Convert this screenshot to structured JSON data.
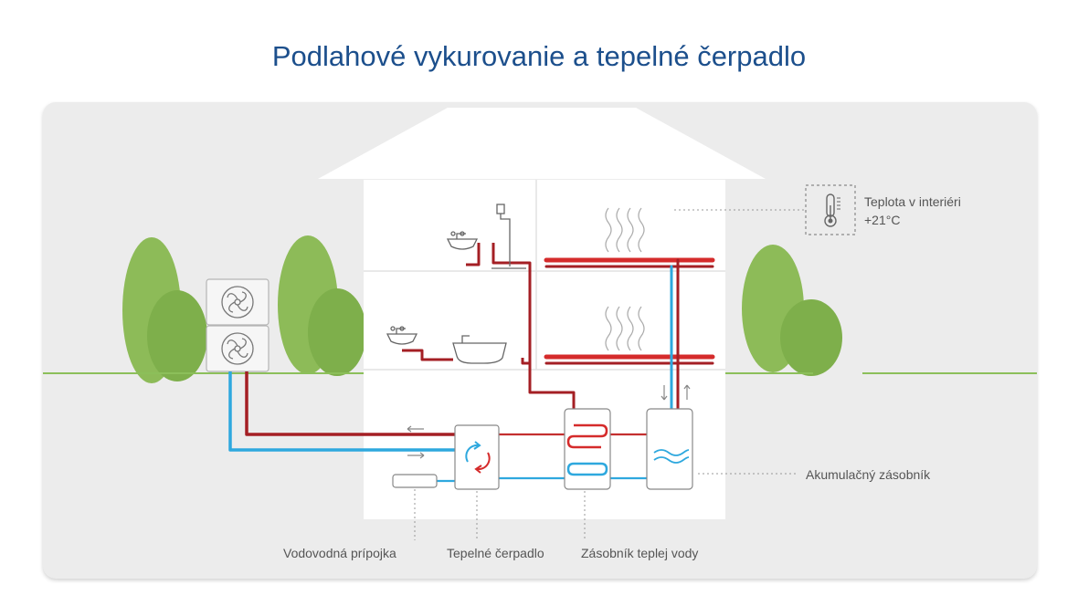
{
  "title": "Podlahové vykurovanie a tepelné čerpadlo",
  "labels": {
    "interior_temp_title": "Teplota v interiéri",
    "interior_temp_value": "+21°C",
    "accumulation_tank": "Akumulačný zásobník",
    "water_connection": "Vodovodná prípojka",
    "heat_pump": "Tepelné čerpadlo",
    "hot_water_tank": "Zásobník teplej vody"
  },
  "icons": {
    "thermometer": "thermometer-icon",
    "fan": "fan-icon",
    "cycle": "cycle-arrows-icon"
  },
  "colors": {
    "title": "#1c4f8c",
    "hot_pipe": "#a41f24",
    "hot_pipe_bright": "#d52b2b",
    "cold_pipe": "#2ea8de",
    "tree": "#8dbb58",
    "ground": "#8cbf5a"
  }
}
